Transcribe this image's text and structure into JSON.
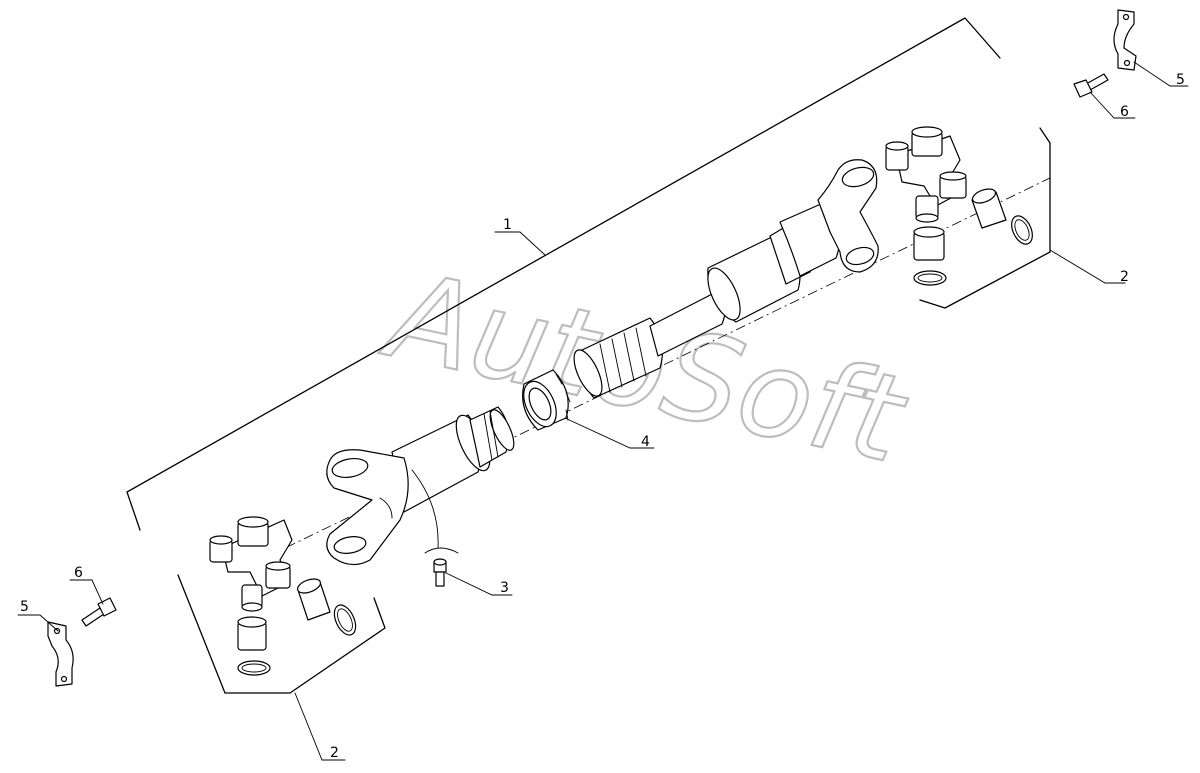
{
  "watermark": "AutoSoft",
  "callouts": {
    "c1": "1",
    "c2_top": "2",
    "c2_bottom": "2",
    "c3": "3",
    "c4": "4",
    "c5_top": "5",
    "c6_top": "6",
    "c5_left": "5",
    "c6_left": "6"
  }
}
